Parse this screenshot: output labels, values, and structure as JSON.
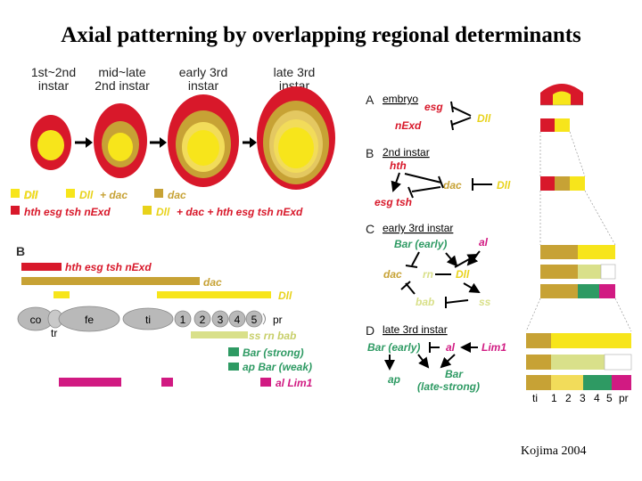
{
  "title": "Axial patterning by overlapping regional determinants",
  "credit": "Kojima 2004",
  "colors": {
    "red": "#d8182a",
    "yellow": "#f7e51b",
    "olive": "#c7a235",
    "lightgreen": "#d9e08a",
    "green": "#2e9a63",
    "magenta": "#d11a82",
    "grey": "#b9b9b9"
  },
  "panelA": {
    "stages": [
      "1st~2nd instar",
      "mid~late 2nd instar",
      "early 3rd instar",
      "late 3rd instar"
    ],
    "stage_lines": [
      [
        "1st~2nd",
        "instar"
      ],
      [
        "mid~late",
        "2nd instar"
      ],
      [
        "early 3rd",
        "instar"
      ],
      [
        "late 3rd",
        "instar"
      ]
    ],
    "legend": [
      "Dll",
      "Dll + dac",
      "dac",
      "hth esg tsh nExd",
      "Dll + dac + hth esg tsh nExd"
    ],
    "legend_dll": "Dll",
    "legend_dll_plus": "Dll",
    "legend_plus_dac": "+ dac",
    "legend_dac": "dac",
    "legend_hth": "hth esg tsh nExd",
    "legend_dll2": "Dll",
    "legend_rest": "+ dac + hth esg tsh nExd"
  },
  "panelB": {
    "label": "B",
    "bars": {
      "hth": "hth esg tsh nExd",
      "dac": "dac",
      "dll": "Dll",
      "ss": "ss rn bab",
      "bar_strong": "Bar (strong)",
      "ap_bar": "ap Bar (weak)",
      "al": "al Lim1"
    },
    "segments": [
      "co",
      "fe",
      "ti",
      "1",
      "2",
      "3",
      "4",
      "5",
      "pr"
    ],
    "seg_tr": "tr"
  },
  "panelRight": {
    "A": {
      "letter": "A",
      "title": "embryo",
      "genes": [
        "esg",
        "nExd",
        "Dll"
      ]
    },
    "B": {
      "letter": "B",
      "title": "2nd instar",
      "genes": [
        "hth",
        "esg tsh",
        "dac",
        "Dll"
      ]
    },
    "C": {
      "letter": "C",
      "title": "early 3rd instar",
      "genes": [
        "Bar (early)",
        "al",
        "dac",
        "rn",
        "Dll",
        "bab",
        "ss"
      ]
    },
    "D": {
      "letter": "D",
      "title": "late 3rd instar",
      "genes": [
        "Bar (early)",
        "al",
        "Lim1",
        "ap",
        "Bar",
        "(late-strong)"
      ]
    },
    "strip_labels": [
      "ti",
      "1",
      "2",
      "3",
      "4",
      "5",
      "pr"
    ]
  }
}
